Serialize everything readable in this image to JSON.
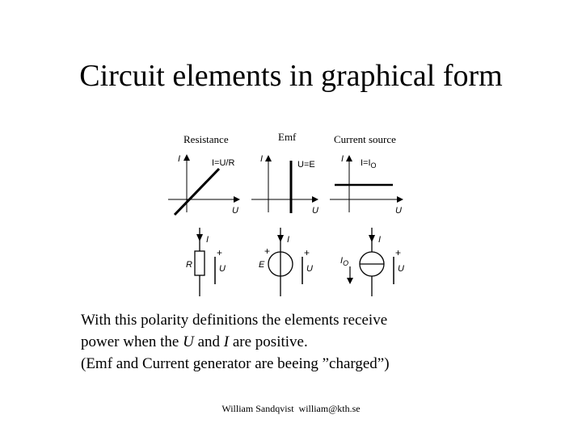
{
  "title": "Circuit elements in graphical form",
  "columns": [
    {
      "label": "Resistance",
      "graph_label": "I=U/R"
    },
    {
      "label": "Emf",
      "graph_label": "U=E"
    },
    {
      "label": "Current source",
      "graph_label_main": "I=I",
      "graph_label_sub": "O"
    }
  ],
  "axes": {
    "x": "U",
    "y": "I"
  },
  "symbols": {
    "current": "I",
    "voltage": "U",
    "plus": "+",
    "resistor": "R",
    "emf": "E",
    "source_main": "I",
    "source_sub": "O"
  },
  "body": {
    "line1": "With this polarity definitions the elements receive",
    "line2_before": "power when the ",
    "line2_u": "U",
    "line2_mid": " and ",
    "line2_i": "I",
    "line2_after": " are positive.",
    "line3": "(Emf and Current generator are beeing ”charged”)"
  },
  "footer": "William Sandqvist  william@kth.se"
}
